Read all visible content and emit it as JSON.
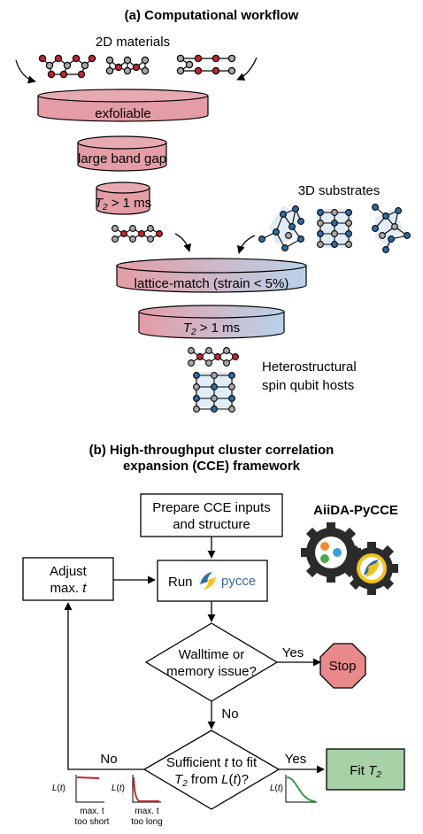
{
  "panel_a": {
    "title": "(a) Computational workflow",
    "materials_2d_label": "2D materials",
    "substrates_3d_label": "3D substrates",
    "funnel_stages": [
      {
        "label": "exfoliable"
      },
      {
        "label": "large band gap"
      },
      {
        "label_T": "T",
        "label_sub": "2",
        "label_rest": " > 1 ms"
      },
      {
        "label": "lattice-match (strain < 5%)"
      },
      {
        "label_T": "T",
        "label_sub": "2",
        "label_rest": " > 1 ms"
      }
    ],
    "hosts_label_line1": "Heterostructural",
    "hosts_label_line2": "spin qubit hosts"
  },
  "panel_b": {
    "title_line1": "(b) High-throughput cluster correlation",
    "title_line2": "expansion (CCE) framework",
    "software_label": "AiiDA-PyCCE",
    "prepare_line1": "Prepare CCE inputs",
    "prepare_line2": "and structure",
    "run_label": "Run",
    "pycce_logo_text": "pycce",
    "adjust_line1": "Adjust",
    "adjust_line2_prefix": "max. ",
    "adjust_line2_var": "t",
    "walltime_line1": "Walltime or",
    "walltime_line2": "memory issue?",
    "yes_label": "Yes",
    "no_label": "No",
    "stop_label": "Stop",
    "sufficient_line1_prefix": "Sufficient ",
    "sufficient_line1_var": "t",
    "sufficient_line1_suffix": " to fit",
    "sufficient_line2_T": "T",
    "sufficient_line2_sub": "2",
    "sufficient_line2_mid": " from ",
    "sufficient_line2_L": "L",
    "sufficient_line2_t": "t",
    "sufficient_line2_end": ")?",
    "fit_T": "T",
    "fit_sub": "2",
    "fit_prefix": "Fit ",
    "lt_axis_L": "L",
    "lt_axis_t": "t",
    "inset_short_line1": "max. t",
    "inset_short_line2": "too short",
    "inset_long_line1": "max. t",
    "inset_long_line2": "too long"
  },
  "colors": {
    "funnel_pink": "#e49ca5",
    "funnel_blue": "#b9d2ea",
    "atom_red": "#c8232c",
    "atom_grey": "#a8a8a8",
    "atom_blue": "#2e6da4",
    "stop_fill": "#e88a8c",
    "fit_fill": "#a7d1a7",
    "curve_red": "#c8232c",
    "curve_green": "#3a9a4a",
    "gear_dark": "#2b2b2b",
    "gear_yellow": "#f3c21a"
  }
}
